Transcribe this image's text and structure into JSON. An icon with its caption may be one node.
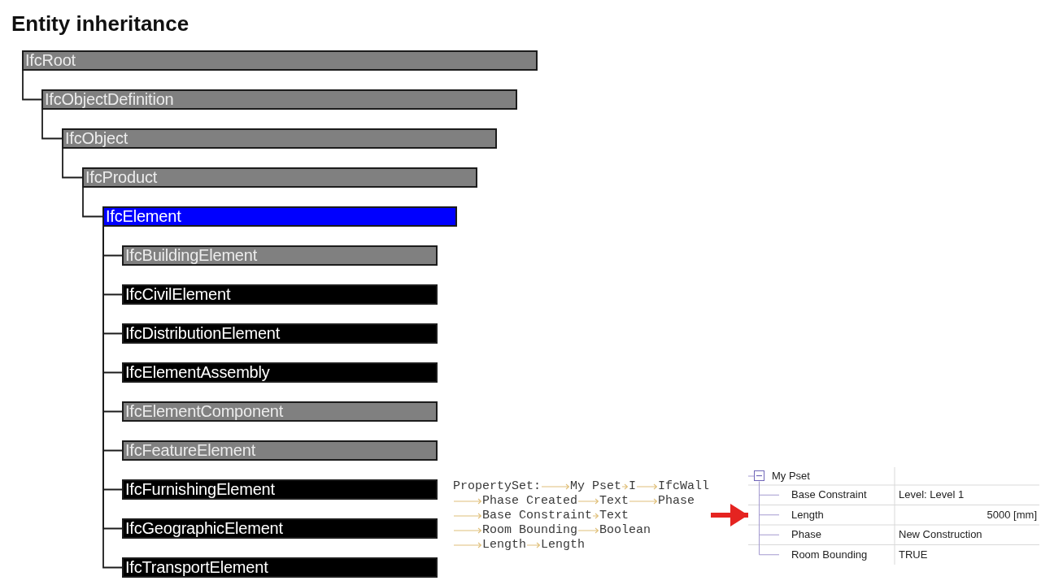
{
  "diagram": {
    "title": "Entity inheritance",
    "nodes": [
      {
        "text": [
          "IfcRoot"
        ]
      },
      {
        "text": [
          "IfcObjectDefinition"
        ]
      },
      {
        "text": [
          "IfcObject"
        ]
      },
      {
        "text": [
          "IfcProduct"
        ]
      },
      {
        "text": [
          "IfcElement"
        ]
      },
      {
        "text": [
          "IfcBuildingElement"
        ]
      },
      {
        "text": [
          "IfcCivilElement"
        ]
      },
      {
        "text": [
          "IfcDistributionElement"
        ]
      },
      {
        "text": [
          "IfcElementAssembly"
        ]
      },
      {
        "text": [
          "IfcElementComponent"
        ]
      },
      {
        "text": [
          "IfcFeatureElement"
        ]
      },
      {
        "text": [
          "IfcFurnishingElement"
        ]
      },
      {
        "text": [
          "IfcGeographicElement"
        ]
      },
      {
        "text": [
          "IfcTransportElement"
        ]
      },
      {
        "text": [
          "PropertySet:",
          "My Pset",
          "I",
          "IfcWall",
          "Phase Created",
          "Text",
          "Phase",
          "Base Constraint",
          "Text",
          "Room Bounding",
          "Boolean",
          "Length",
          "Length"
        ]
      },
      {
        "text": [
          "My Pset",
          "Base Constraint",
          "Level: Level 1",
          "Length",
          "5000 [mm]",
          "Phase",
          "New Construction",
          "Room Bounding",
          "TRUE"
        ]
      }
    ],
    "edges": [
      {
        "from": 0,
        "to": 1,
        "arrow": "none"
      },
      {
        "from": 1,
        "to": 2,
        "arrow": "none"
      },
      {
        "from": 2,
        "to": 3,
        "arrow": "none"
      },
      {
        "from": 3,
        "to": 4,
        "arrow": "none"
      },
      {
        "from": 4,
        "to": 5,
        "arrow": "none"
      },
      {
        "from": 4,
        "to": 6,
        "arrow": "none"
      },
      {
        "from": 4,
        "to": 7,
        "arrow": "none"
      },
      {
        "from": 4,
        "to": 8,
        "arrow": "none"
      },
      {
        "from": 4,
        "to": 9,
        "arrow": "none"
      },
      {
        "from": 4,
        "to": 10,
        "arrow": "none"
      },
      {
        "from": 4,
        "to": 11,
        "arrow": "none"
      },
      {
        "from": 4,
        "to": 12,
        "arrow": "none"
      },
      {
        "from": 4,
        "to": 13,
        "arrow": "none"
      },
      {
        "from": 14,
        "to": 15,
        "arrow": "to",
        "style": "thick",
        "color": "#e52421"
      }
    ]
  }
}
